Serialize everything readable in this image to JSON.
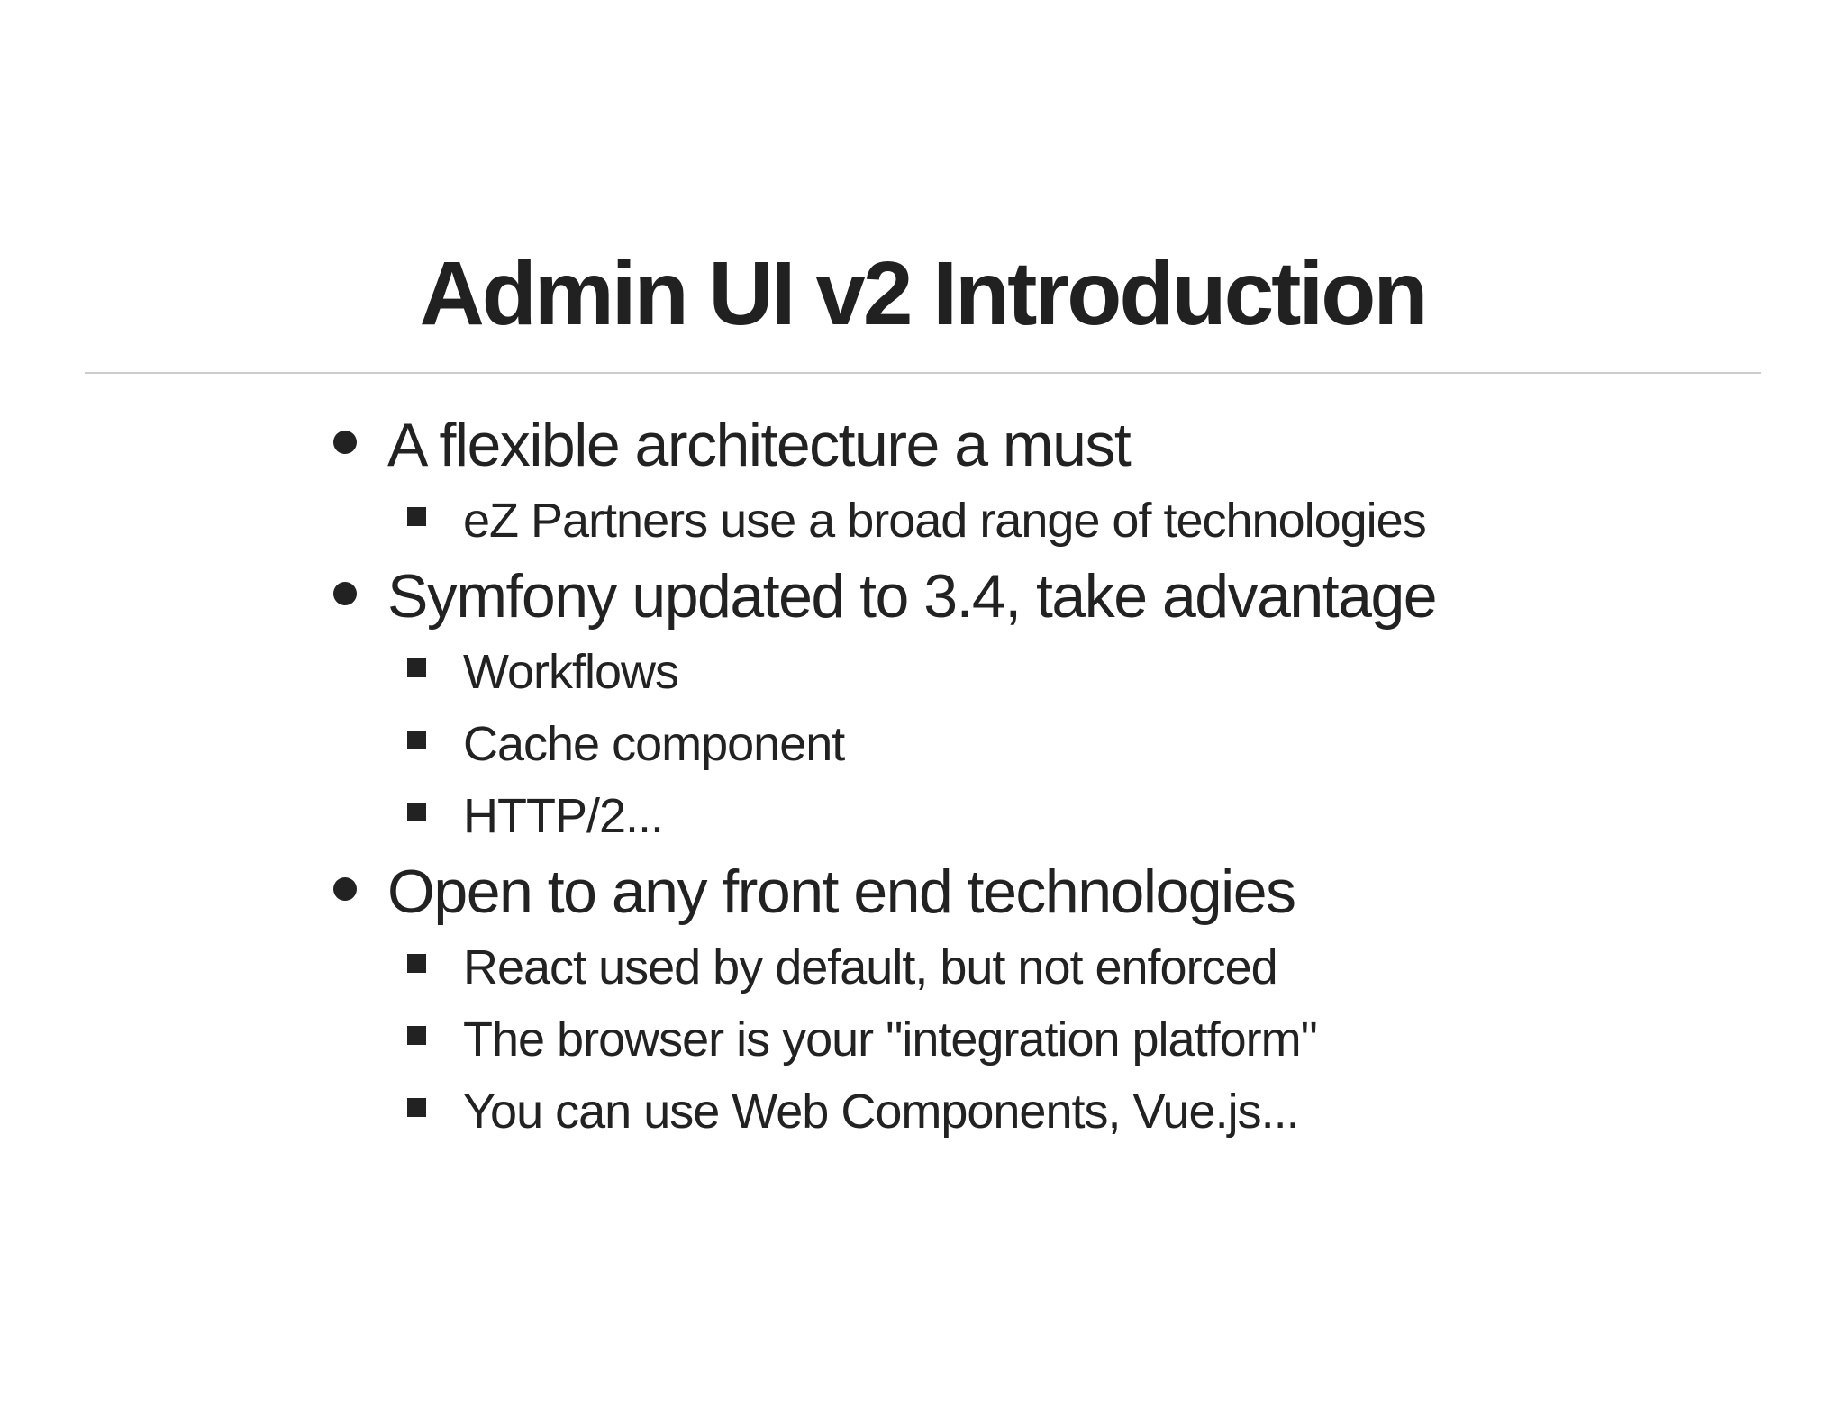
{
  "slide": {
    "title": "Admin UI v2 Introduction",
    "bullets": [
      {
        "text": "A flexible architecture a must",
        "sub": [
          "eZ Partners use a broad range of technologies"
        ]
      },
      {
        "text": "Symfony updated to 3.4, take advantage",
        "sub": [
          "Workflows",
          "Cache component",
          "HTTP/2..."
        ]
      },
      {
        "text": "Open to any front end technologies",
        "sub": [
          "React used by default, but not enforced",
          "The browser is your \"integration platform\"",
          "You can use Web Components, Vue.js..."
        ]
      }
    ],
    "colors": {
      "background": "#ffffff",
      "text": "#222222",
      "divider": "#cccccc"
    }
  }
}
